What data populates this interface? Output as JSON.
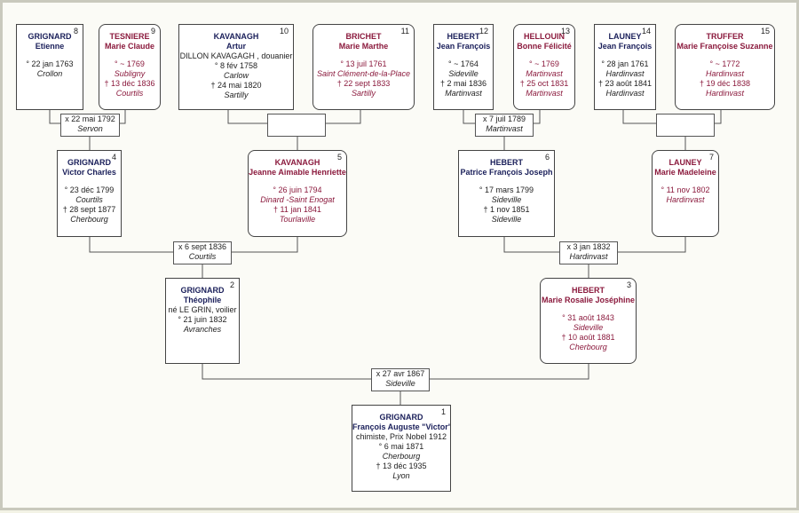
{
  "persons": {
    "p1": {
      "num": "1",
      "sex": "m",
      "surname": "GRIGNARD",
      "given": "François Auguste \"Victor\"",
      "details": [
        "chimiste, Prix Nobel 1912"
      ],
      "birth": "° 6 mai 1871",
      "birth_place": "Cherbourg",
      "death": "† 13 déc 1935",
      "death_place": "Lyon"
    },
    "p2": {
      "num": "2",
      "sex": "m",
      "surname": "GRIGNARD",
      "given": "Théophile",
      "details": [
        "né LE GRIN, voilier"
      ],
      "birth": "° 21 juin 1832",
      "birth_place": "Avranches",
      "death": "",
      "death_place": ""
    },
    "p3": {
      "num": "3",
      "sex": "f",
      "surname": "HEBERT",
      "given": "Marie Rosalie Joséphine",
      "details": [],
      "birth": "° 31 août 1843",
      "birth_place": "Sideville",
      "death": "† 10 août 1881",
      "death_place": "Cherbourg"
    },
    "p4": {
      "num": "4",
      "sex": "m",
      "surname": "GRIGNARD",
      "given": "Victor Charles",
      "details": [],
      "birth": "° 23 déc 1799",
      "birth_place": "Courtils",
      "death": "† 28 sept 1877",
      "death_place": "Cherbourg"
    },
    "p5": {
      "num": "5",
      "sex": "f",
      "surname": "KAVANAGH",
      "given": "Jeanne Aimable Henriette",
      "details": [],
      "birth": "° 26 juin 1794",
      "birth_place": "Dinard -Saint Enogat",
      "death": "† 11 jan 1841",
      "death_place": "Tourlaville"
    },
    "p6": {
      "num": "6",
      "sex": "m",
      "surname": "HEBERT",
      "given": "Patrice François Joseph",
      "details": [],
      "birth": "° 17 mars 1799",
      "birth_place": "Sideville",
      "death": "† 1 nov 1851",
      "death_place": "Sideville"
    },
    "p7": {
      "num": "7",
      "sex": "f",
      "surname": "LAUNEY",
      "given": "Marie Madeleine",
      "details": [],
      "birth": "° 11 nov 1802",
      "birth_place": "Hardinvast",
      "death": "",
      "death_place": ""
    },
    "p8": {
      "num": "8",
      "sex": "m",
      "surname": "GRIGNARD",
      "given": "Etienne",
      "details": [],
      "birth": "° 22 jan 1763",
      "birth_place": "Crollon",
      "death": "",
      "death_place": ""
    },
    "p9": {
      "num": "9",
      "sex": "f",
      "surname": "TESNIERE",
      "given": "Marie Claude",
      "details": [],
      "birth": "° ~ 1769",
      "birth_place": "Subligny",
      "death": "† 13 déc 1836",
      "death_place": "Courtils"
    },
    "p10": {
      "num": "10",
      "sex": "m",
      "surname": "KAVANAGH",
      "given": "Artur",
      "details": [
        "DILLON KAVAGAGH , douanier"
      ],
      "birth": "° 8 fév 1758",
      "birth_place": "Carlow",
      "death": "† 24 mai 1820",
      "death_place": "Sartilly"
    },
    "p11": {
      "num": "11",
      "sex": "f",
      "surname": "BRICHET",
      "given": "Marie Marthe",
      "details": [],
      "birth": "° 13 juil 1761",
      "birth_place": "Saint Clément-de-la-Place",
      "death": "† 22 sept 1833",
      "death_place": "Sartilly"
    },
    "p12": {
      "num": "12",
      "sex": "m",
      "surname": "HEBERT",
      "given": "Jean François",
      "details": [],
      "birth": "° ~ 1764",
      "birth_place": "Sideville",
      "death": "† 2 mai 1836",
      "death_place": "Martinvast"
    },
    "p13": {
      "num": "13",
      "sex": "f",
      "surname": "HELLOUIN",
      "given": "Bonne Félicité",
      "details": [],
      "birth": "° ~ 1769",
      "birth_place": "Martinvast",
      "death": "† 25 oct 1831",
      "death_place": "Martinvast"
    },
    "p14": {
      "num": "14",
      "sex": "m",
      "surname": "LAUNEY",
      "given": "Jean François",
      "details": [],
      "birth": "° 28 jan 1761",
      "birth_place": "Hardinvast",
      "death": "† 23 août 1841",
      "death_place": "Hardinvast"
    },
    "p15": {
      "num": "15",
      "sex": "f",
      "surname": "TRUFFER",
      "given": "Marie Françoise  Suzanne",
      "details": [],
      "birth": "° ~ 1772",
      "birth_place": "Hardinvast",
      "death": "† 19 déc 1838",
      "death_place": "Hardinvast"
    }
  },
  "marriages": {
    "m8_9": {
      "date": "x 22 mai 1792",
      "place": "Servon"
    },
    "m10_11": {
      "date": "",
      "place": ""
    },
    "m12_13": {
      "date": "x 7 juil 1789",
      "place": "Martinvast"
    },
    "m14_15": {
      "date": "",
      "place": ""
    },
    "m4_5": {
      "date": "x 6 sept 1836",
      "place": "Courtils"
    },
    "m6_7": {
      "date": "x 3 jan 1832",
      "place": "Hardinvast"
    },
    "m2_3": {
      "date": "x 27 avr 1867",
      "place": "Sideville"
    }
  }
}
